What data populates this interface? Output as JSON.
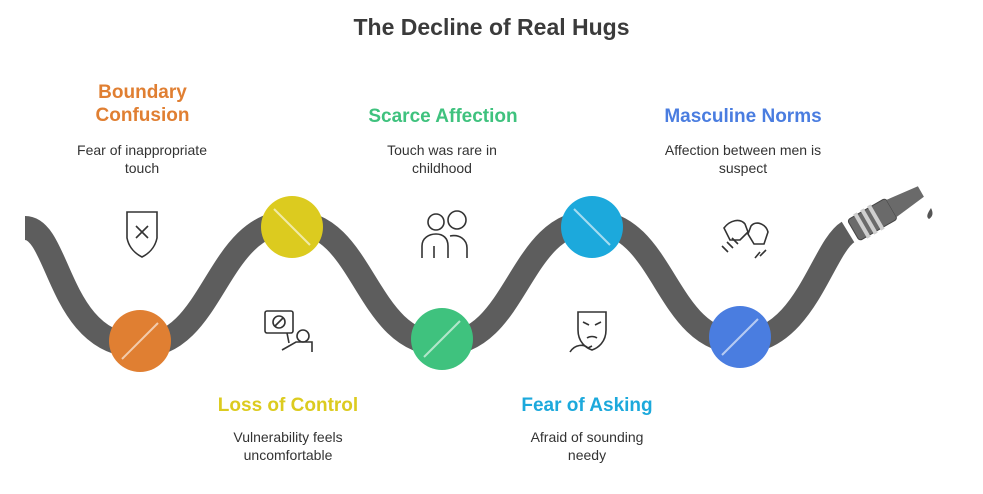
{
  "title": "The Decline of Real Hugs",
  "colors": {
    "hose": "#5d5d5d",
    "orange": "#e07f32",
    "yellow": "#dccb1f",
    "green": "#3fc27e",
    "cyan": "#1ca9dc",
    "blue": "#4a7de0",
    "drip": "#555555"
  },
  "items": [
    {
      "label": "Boundary Confusion",
      "description": "Fear of inappropriate touch",
      "color": "#e07f32",
      "icon": "shield-x-icon",
      "position": "top"
    },
    {
      "label": "Loss of Control",
      "description": "Vulnerability feels uncomfortable",
      "color": "#dccb1f",
      "icon": "stop-sign-person-icon",
      "position": "bottom"
    },
    {
      "label": "Scarce Affection",
      "description": "Touch was rare in childhood",
      "color": "#3fc27e",
      "icon": "people-icon",
      "position": "top"
    },
    {
      "label": "Fear of Asking",
      "description": "Afraid of sounding needy",
      "color": "#1ca9dc",
      "icon": "mask-thinking-icon",
      "position": "bottom"
    },
    {
      "label": "Masculine Norms",
      "description": "Affection between men is suspect",
      "color": "#4a7de0",
      "icon": "fist-bump-icon",
      "position": "top"
    }
  ]
}
